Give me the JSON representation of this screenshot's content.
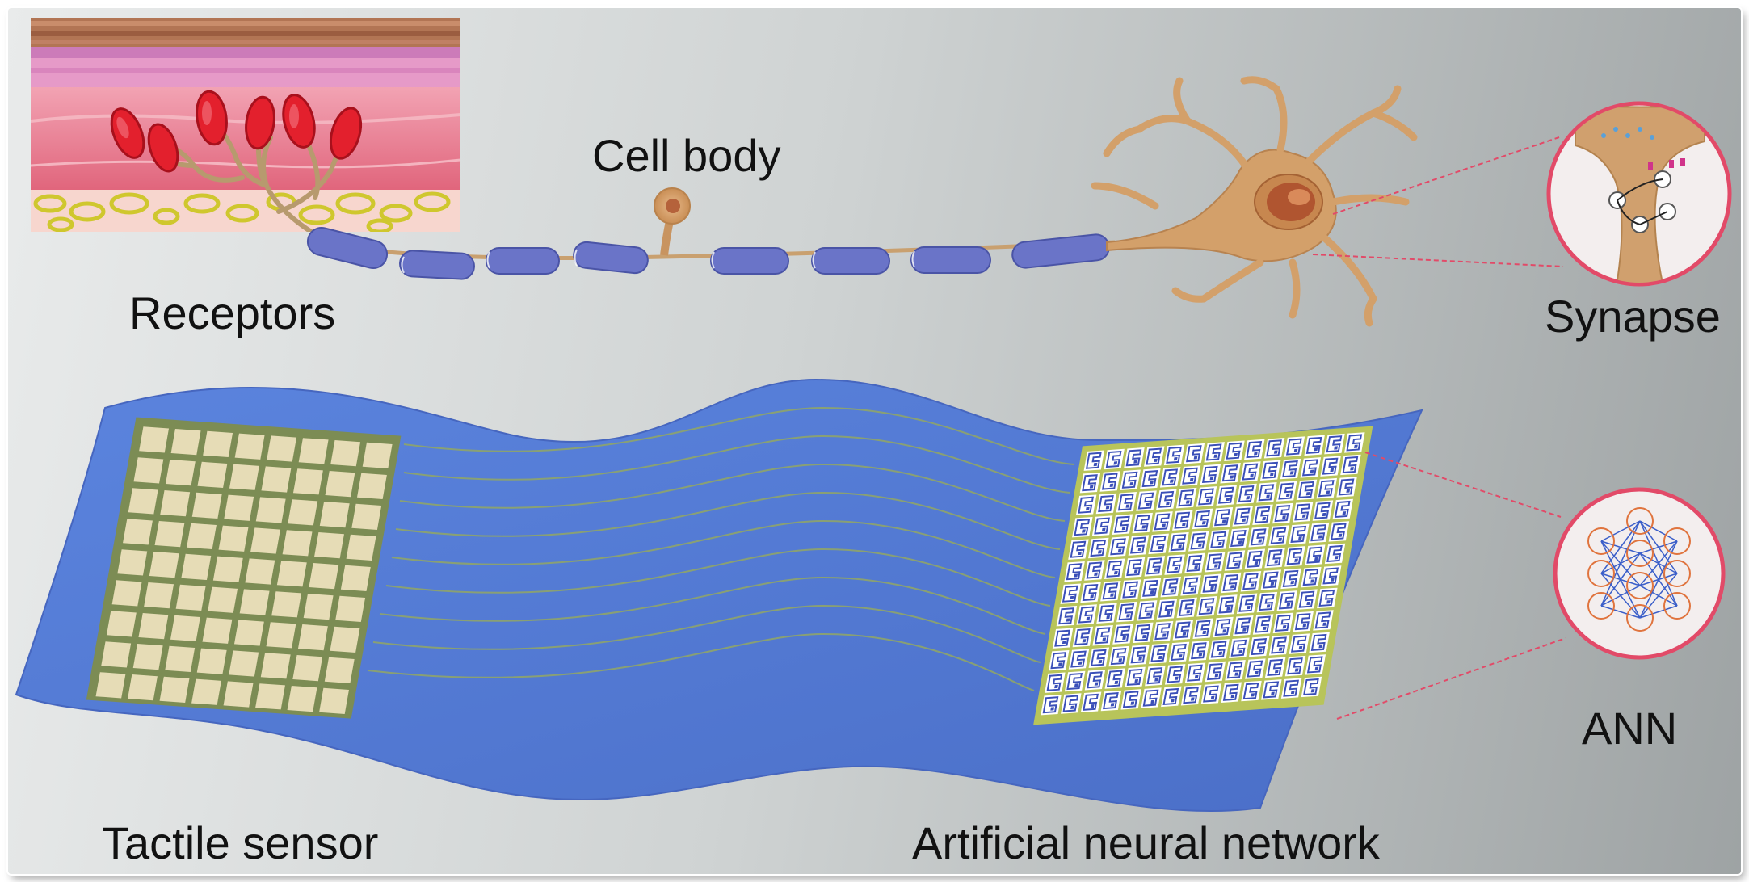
{
  "labels": {
    "cell_body": "Cell body",
    "receptors": "Receptors",
    "synapse": "Synapse",
    "tactile_sensor": "Tactile sensor",
    "artificial_neural_network": "Artificial neural network",
    "ann": "ANN"
  },
  "colors": {
    "background_light": "#e9ebeb",
    "background_dark": "#9ea3a4",
    "skin_top": "#a86a4a",
    "skin_pink": "#e99ac8",
    "skin_red": "#f07a88",
    "receptor_red": "#e3202d",
    "fat_yellow": "#d6d23a",
    "myelin_blue": "#6a74c8",
    "neuron_tan": "#d6a56b",
    "nucleus": "#b8623c",
    "sheet_blue": "#5a80d6",
    "sensor_tile": "#e6dcb6",
    "grid_green": "#7c8c54",
    "zoom_ring": "#e24a68",
    "ann_node": "#e0743e",
    "ann_edge": "#3a5ec9"
  }
}
